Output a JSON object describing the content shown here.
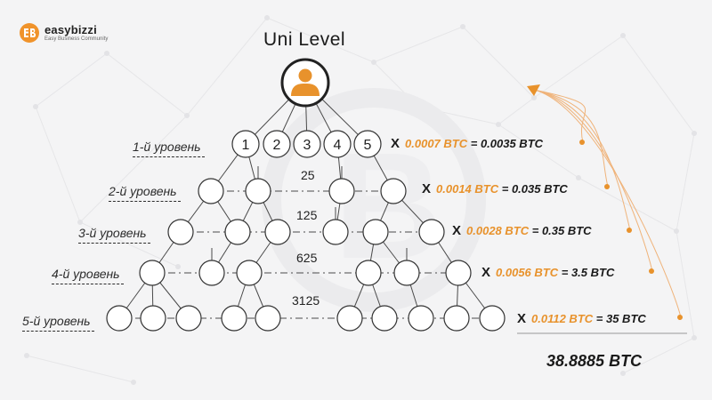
{
  "brand": {
    "name": "easybizzi",
    "tagline": "Easy Business Community",
    "accent": "#e8922c"
  },
  "title": "Uni  Level",
  "levels": [
    {
      "label": "1-й уровень",
      "count": "",
      "rate": "0.0007 BTC",
      "result": "= 0.0035 BTC"
    },
    {
      "label": "2-й уровень",
      "count": "25",
      "rate": "0.0014 BTC",
      "result": "= 0.035 BTC"
    },
    {
      "label": "3-й уровень",
      "count": "125",
      "rate": "0.0028 BTC",
      "result": "= 0.35 BTC"
    },
    {
      "label": "4-й уровень",
      "count": "625",
      "rate": "0.0056 BTC",
      "result": "= 3.5 BTC"
    },
    {
      "label": "5-й уровень",
      "count": "3125",
      "rate": "0.0112 BTC",
      "result": "= 35 BTC"
    }
  ],
  "multiplier_sign": "X",
  "first_line_nodes": [
    "1",
    "2",
    "3",
    "4",
    "5"
  ],
  "total": "38.8885 BTC",
  "icons": {
    "root": "person-icon",
    "logo": "eb-logo-icon"
  }
}
